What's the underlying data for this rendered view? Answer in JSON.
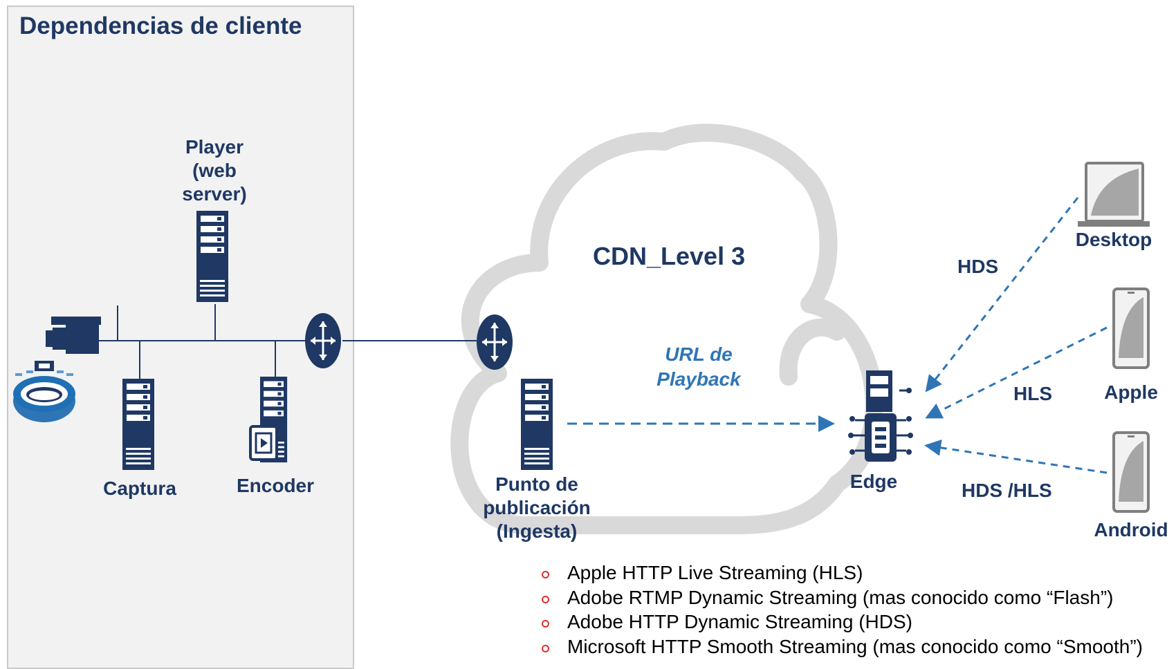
{
  "client_section": {
    "title": "Dependencias de cliente",
    "player_label": "Player\n(web\nserver)",
    "capture_label": "Captura",
    "encoder_label": "Encoder"
  },
  "cdn": {
    "title": "CDN_Level 3",
    "ingest_label": "Punto de\npublicación\n(Ingesta)",
    "url_label": "URL de\nPlayback",
    "edge_label": "Edge"
  },
  "devices": [
    {
      "label": "Desktop",
      "protocol": "HDS"
    },
    {
      "label": "Apple",
      "protocol": "HLS"
    },
    {
      "label": "Android",
      "protocol": "HDS /HLS"
    }
  ],
  "streaming_formats": [
    "Apple  HTTP Live Streaming (HLS)",
    "Adobe RTMP Dynamic Streaming  (mas conocido como “Flash”)",
    "Adobe HTTP Dynamic Streaming (HDS)",
    "Microsoft HTTP Smooth Streaming (mas conocido como “Smooth”)"
  ],
  "colors": {
    "navy": "#1f3864",
    "accent_blue": "#2e75b6",
    "cloud_gray": "#d9d9d9",
    "panel_bg": "#f2f2f2",
    "bullet_red": "#e03030"
  },
  "icons": [
    "camera-icon",
    "stadium-icon",
    "server-icon",
    "router-icon",
    "edge-server-icon",
    "laptop-icon",
    "smartphone-icon"
  ]
}
